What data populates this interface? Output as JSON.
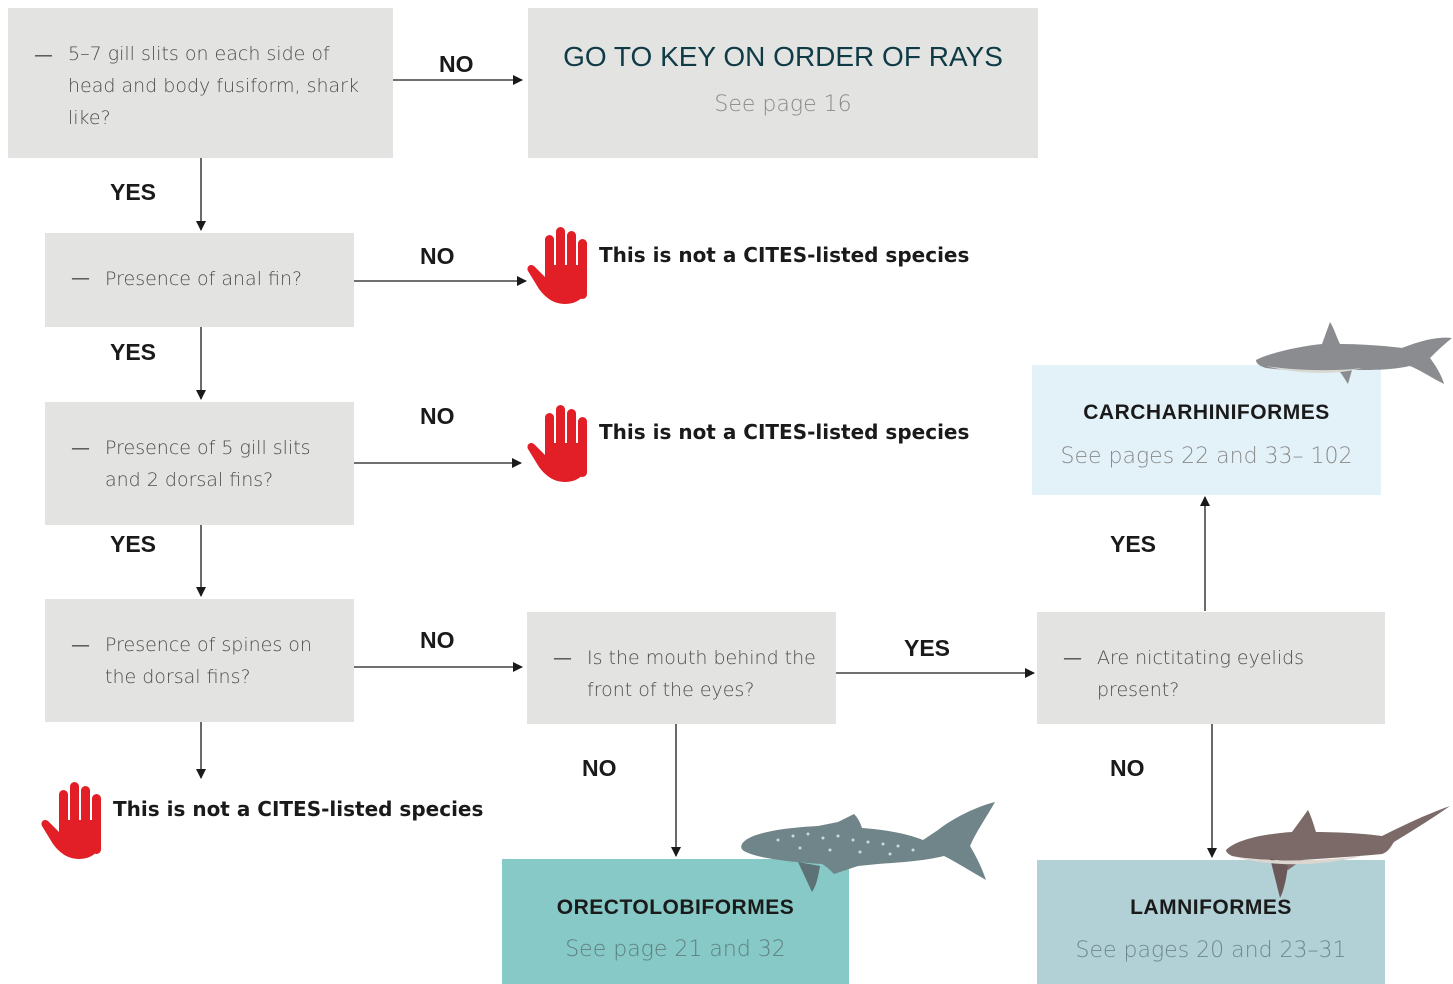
{
  "questions": {
    "q1": "5–7 gill slits on each side of head and body fusiform, shark like?",
    "q2": "Presence of anal fin?",
    "q3": "Presence of 5 gill slits and 2 dorsal fins?",
    "q4": "Presence of spines on the dorsal fins?",
    "q5": "Is the mouth behind the front of the eyes?",
    "q6": "Are nictitating eyelids present?"
  },
  "dash": "—",
  "labels": {
    "yes": "YES",
    "no": "NO"
  },
  "stop_text": "This is not a CITES-listed species",
  "outcomes": {
    "rays": {
      "title": "GO TO KEY ON ORDER OF RAYS",
      "sub": "See page 16"
    },
    "carcharhiniformes": {
      "title": "CARCHARHINIFORMES",
      "sub": "See pages 22 and 33– 102"
    },
    "orectolobiformes": {
      "title": "ORECTOLOBIFORMES",
      "sub": "See page 21 and 32"
    },
    "lamniformes": {
      "title": "LAMNIFORMES",
      "sub": "See pages 20 and 23–31"
    }
  },
  "colors": {
    "question_box": "#e3e3e1",
    "carcharhiniformes_box": "#e3f2f9",
    "orectolobiformes_box": "#86c9c6",
    "lamniformes_box": "#b1d1d6",
    "rays_title": "#0f3b47",
    "stop_hand": "#e21f26"
  },
  "icons": [
    "stop-hand-icon",
    "hammerhead-shark-illustration",
    "whale-shark-illustration",
    "thresher-shark-illustration"
  ]
}
